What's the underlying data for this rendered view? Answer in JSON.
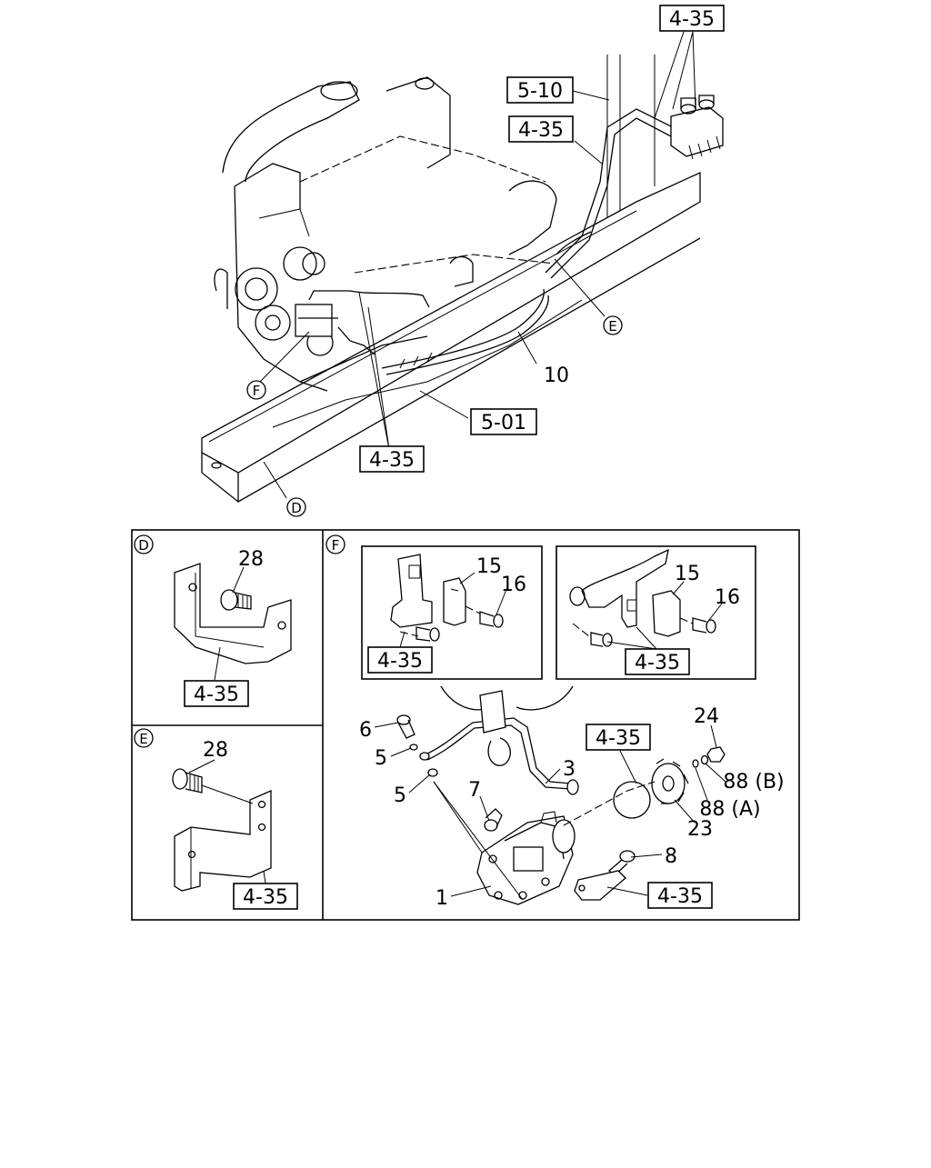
{
  "main_view": {
    "refs": {
      "top_right": "4-35",
      "pipe_upper": "5-10",
      "pipe_lower": "4-35",
      "frame": "5-01",
      "bottom_center": "4-35"
    },
    "part_numbers": {
      "hose": "10"
    },
    "detail_markers": {
      "d": "D",
      "e": "E",
      "f": "F"
    }
  },
  "panel_d": {
    "tag": "D",
    "bolt_number": "28",
    "ref": "4-35"
  },
  "panel_e": {
    "tag": "E",
    "bolt_number": "28",
    "ref": "4-35"
  },
  "panel_f": {
    "tag": "F",
    "inset_left": {
      "bracket": "15",
      "bolt": "16",
      "ref": "4-35"
    },
    "inset_right": {
      "bracket": "15",
      "bolt": "16",
      "ref": "4-35"
    },
    "parts": {
      "p1": "1",
      "p3": "3",
      "p5a": "5",
      "p5b": "5",
      "p6": "6",
      "p7": "7",
      "p8": "8",
      "p23": "23",
      "p24": "24",
      "p88a": "88 (A)",
      "p88b": "88 (B)"
    },
    "ref_gear": "4-35",
    "ref_bottom": "4-35"
  }
}
